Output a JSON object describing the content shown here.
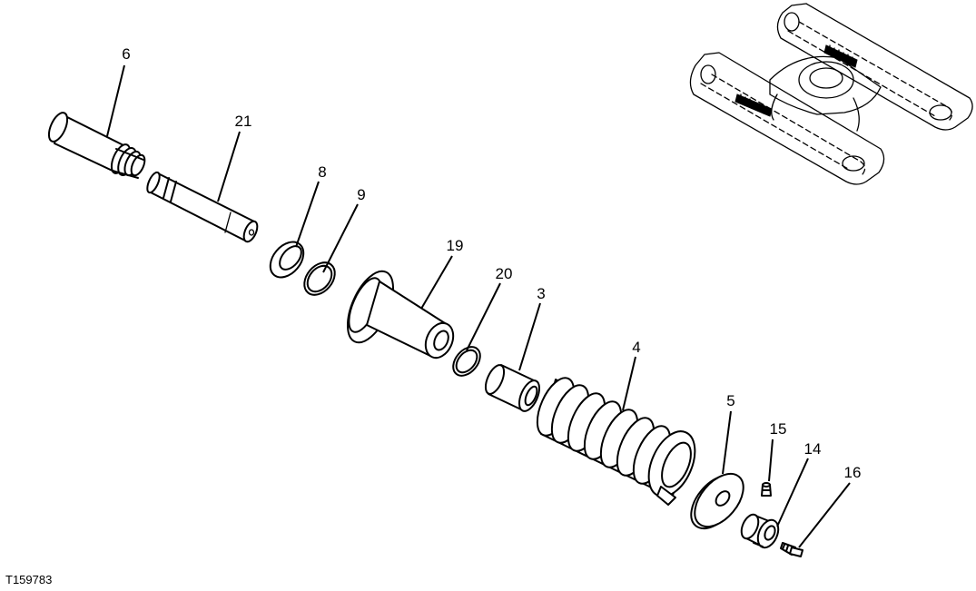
{
  "figure": {
    "id": "T159783",
    "callouts": {
      "p6": "6",
      "p21": "21",
      "p8": "8",
      "p9": "9",
      "p19": "19",
      "p20": "20",
      "p3": "3",
      "p4": "4",
      "p5": "5",
      "p15": "15",
      "p14": "14",
      "p16": "16"
    }
  }
}
